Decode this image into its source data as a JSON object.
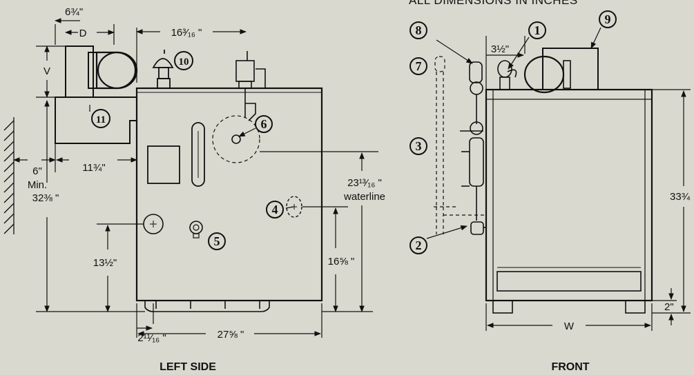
{
  "header": {
    "text": "ALL DIMENSIONS IN INCHES"
  },
  "captions": {
    "left": "LEFT SIDE",
    "front": "FRONT"
  },
  "left_dims": {
    "top_offset": "6¾\"",
    "d": "D",
    "top_width": "16³⁄₁₆ \"",
    "v": "V",
    "clearance": "6\"",
    "clearance_sub": "Min.",
    "depth_offset": "11¾\"",
    "waterline": "23¹³⁄₁₆ \"",
    "waterline_sub": "waterline",
    "height": "32⅜ \"",
    "side_outlet": "13½\"",
    "right_outlet": "16⅝ \"",
    "bottom_offset": "2¹¹⁄₁₆ \"",
    "total_depth": "27⅝ \""
  },
  "front_dims": {
    "top_offset": "3½\"",
    "height": "33¾",
    "w": "W",
    "base": "2\""
  },
  "callouts": {
    "c1": "1",
    "c2": "2",
    "c3": "3",
    "c4": "4",
    "c5": "5",
    "c6": "6",
    "c7": "7",
    "c8": "8",
    "c9": "9",
    "c10": "10",
    "c11": "11"
  }
}
